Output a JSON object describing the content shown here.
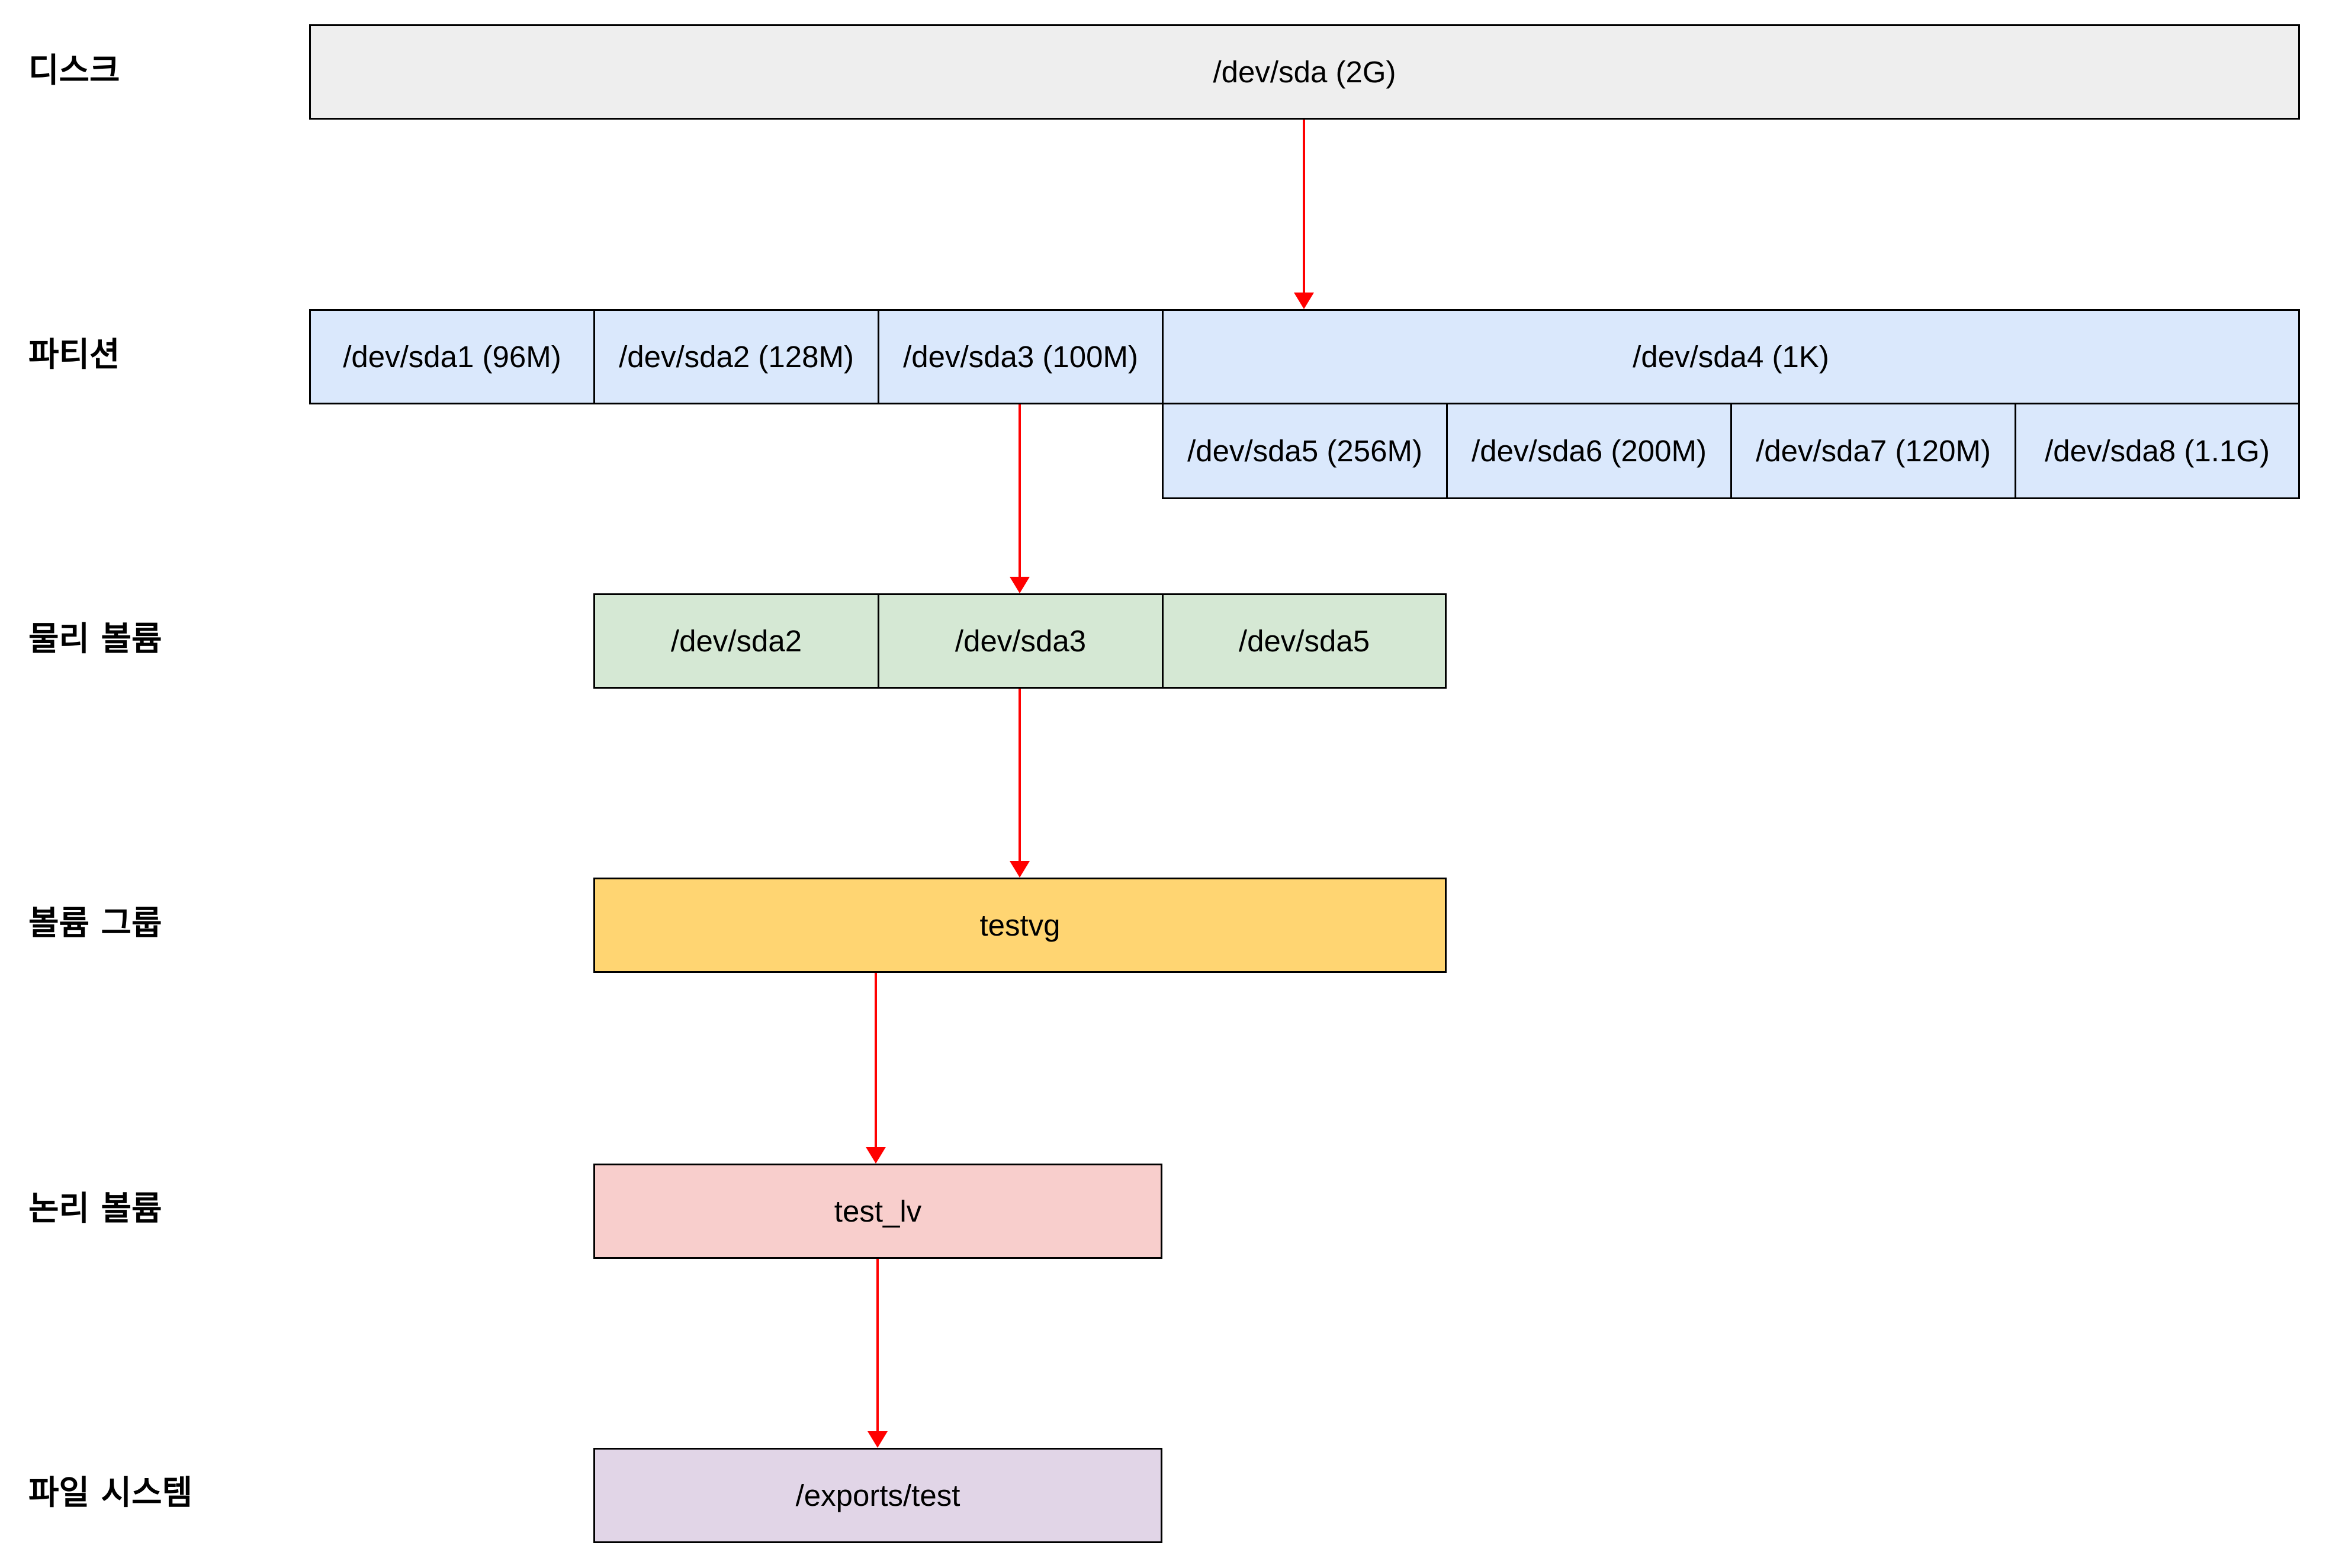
{
  "labels": {
    "disk": "디스크",
    "partition": "파티션",
    "physical_volume": "물리 볼륨",
    "volume_group": "볼륨 그룹",
    "logical_volume": "논리 볼륨",
    "file_system": "파일 시스템"
  },
  "disk": "/dev/sda (2G)",
  "partitions": {
    "sda1": "/dev/sda1 (96M)",
    "sda2": "/dev/sda2 (128M)",
    "sda3": "/dev/sda3 (100M)",
    "sda4": "/dev/sda4 (1K)",
    "sda5": "/dev/sda5 (256M)",
    "sda6": "/dev/sda6 (200M)",
    "sda7": "/dev/sda7 (120M)",
    "sda8": "/dev/sda8 (1.1G)"
  },
  "physical_volumes": [
    "/dev/sda2",
    "/dev/sda3",
    "/dev/sda5"
  ],
  "volume_group": "testvg",
  "logical_volume": "test_lv",
  "file_system": "/exports/test",
  "colors": {
    "arrow": "#ff0000",
    "disk_fill": "#eeeeee",
    "partition_fill": "#dae8fc",
    "pv_fill": "#d5e8d4",
    "vg_fill": "#ffd572",
    "lv_fill": "#f8cecc",
    "fs_fill": "#e1d5e7"
  }
}
